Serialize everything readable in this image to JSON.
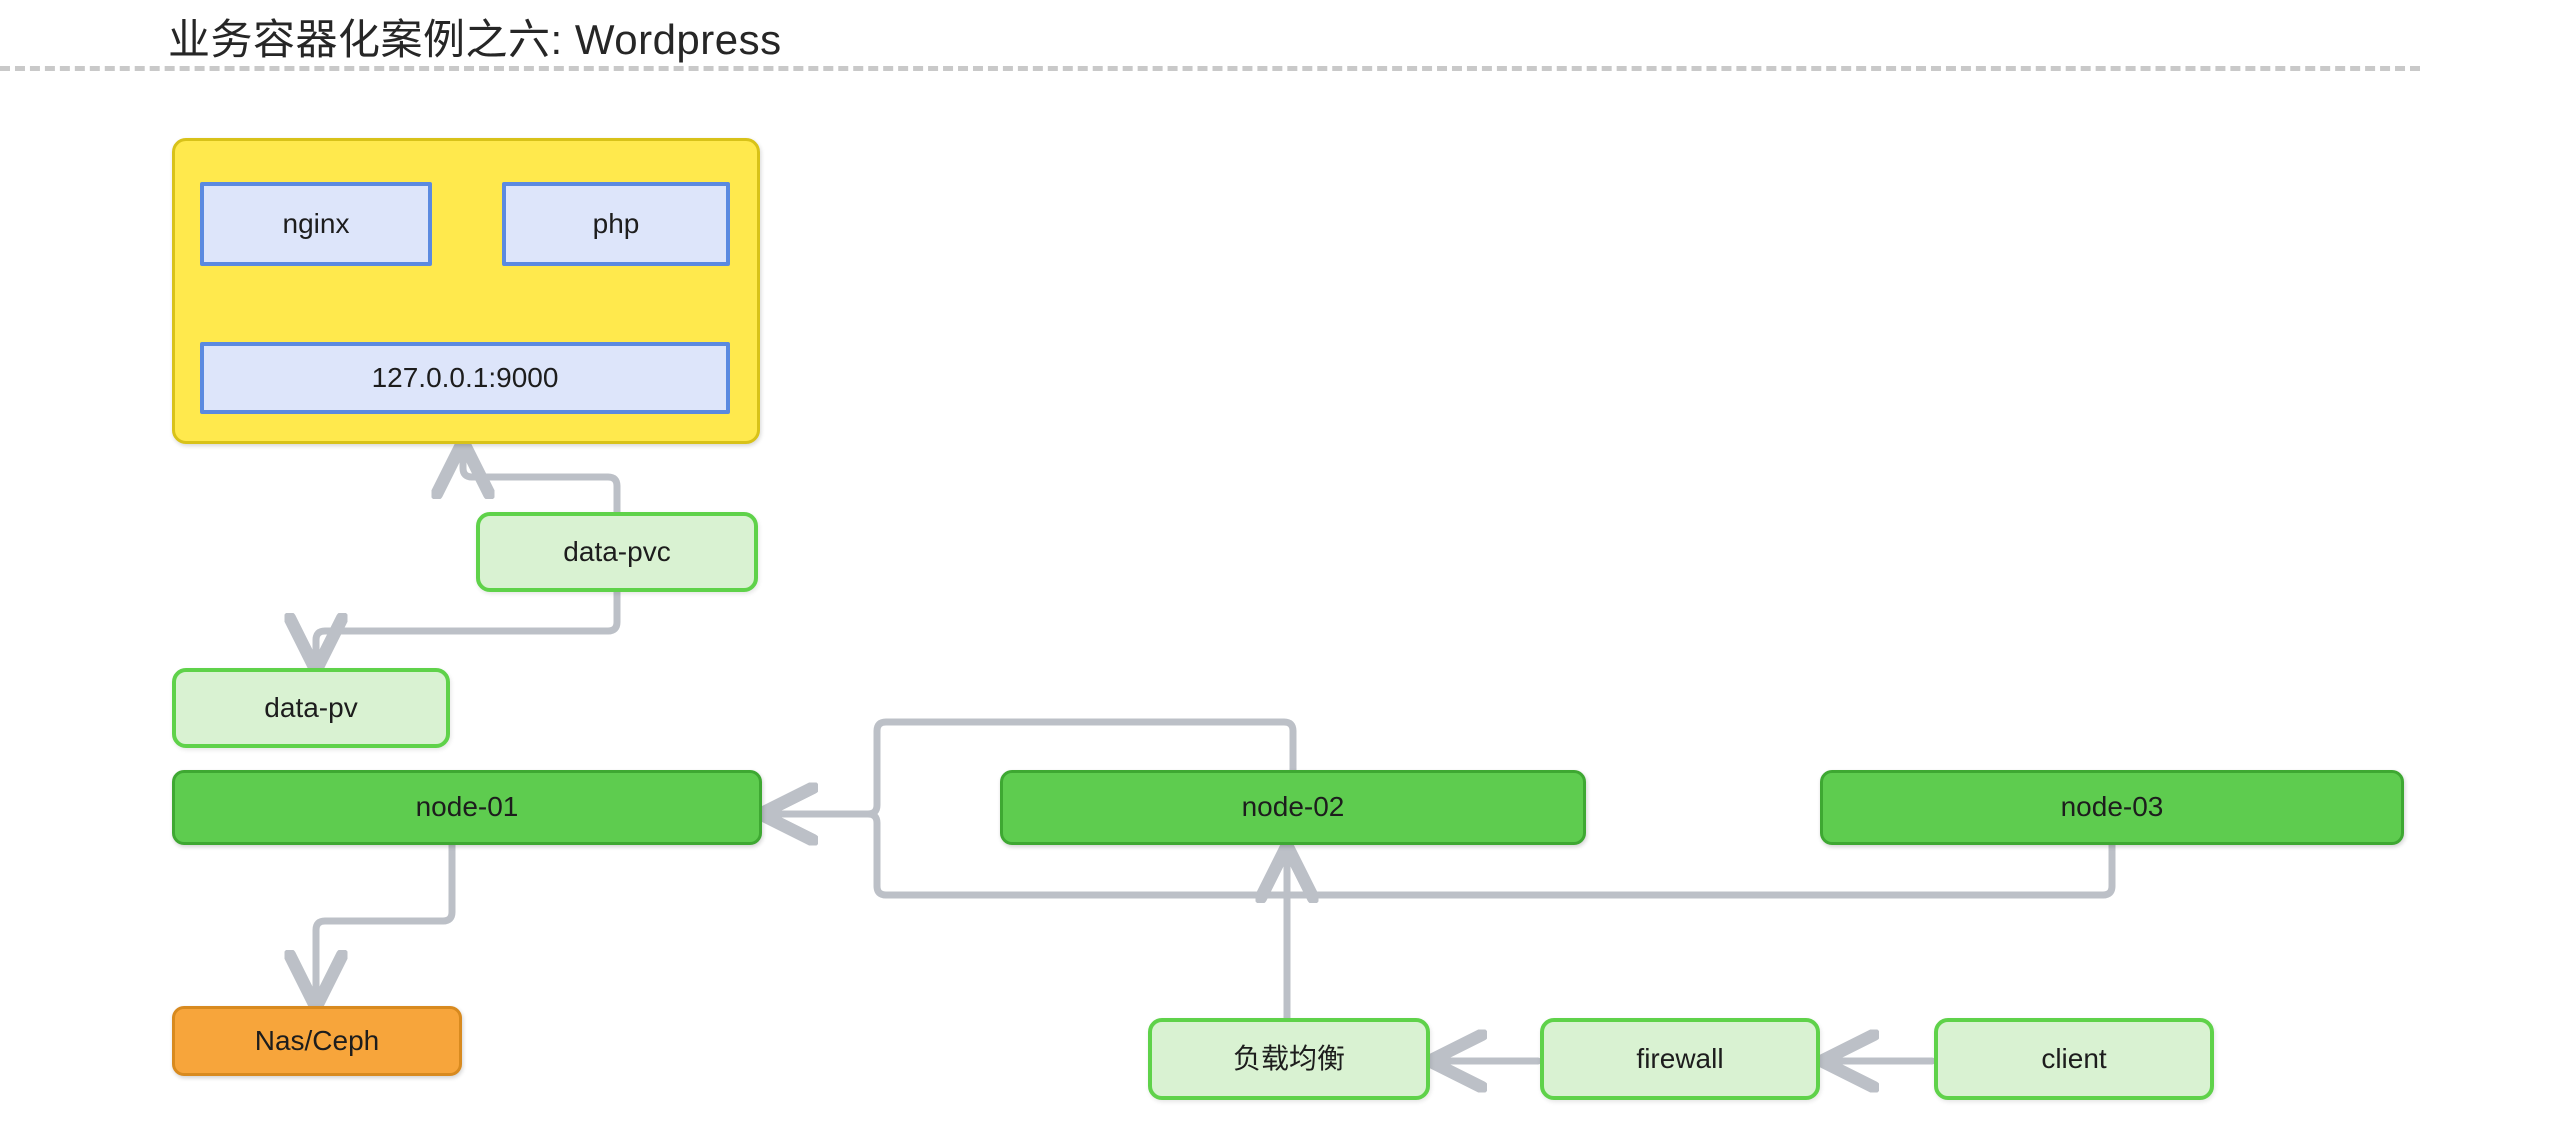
{
  "page": {
    "title": "业务容器化案例之六: Wordpress",
    "background_color": "#ffffff",
    "separator_color": "#c9c9c9"
  },
  "palette": {
    "pod_fill": "#ffe94d",
    "pod_border": "#d8c219",
    "container_fill": "#dde5fa",
    "container_border": "#5b8ae0",
    "soft_green_fill": "#d9f2d2",
    "soft_green_border": "#5fd24a",
    "solid_green_fill": "#5ecc4f",
    "solid_green_border": "#3ea832",
    "orange_fill": "#f7a53b",
    "orange_border": "#d88a1f",
    "connector": "#bcc0c7"
  },
  "diagram": {
    "type": "architecture-flow",
    "pod": {
      "name": "wordpress-pod",
      "containers": [
        {
          "id": "nginx",
          "label": "nginx"
        },
        {
          "id": "php",
          "label": "php"
        }
      ],
      "endpoint": {
        "id": "fastcgi-endpoint",
        "label": "127.0.0.1:9000"
      }
    },
    "storage": [
      {
        "id": "data-pvc",
        "label": "data-pvc",
        "style": "soft-green"
      },
      {
        "id": "data-pv",
        "label": "data-pv",
        "style": "soft-green"
      },
      {
        "id": "nas-ceph",
        "label": "Nas/Ceph",
        "style": "orange"
      }
    ],
    "nodes": [
      {
        "id": "node-01",
        "label": "node-01",
        "style": "solid-green"
      },
      {
        "id": "node-02",
        "label": "node-02",
        "style": "solid-green"
      },
      {
        "id": "node-03",
        "label": "node-03",
        "style": "solid-green"
      }
    ],
    "network": [
      {
        "id": "load-balancer",
        "label": "负载均衡",
        "style": "soft-green"
      },
      {
        "id": "firewall",
        "label": "firewall",
        "style": "soft-green"
      },
      {
        "id": "client",
        "label": "client",
        "style": "soft-green"
      }
    ],
    "edges": [
      {
        "from": "data-pvc",
        "to": "wordpress-pod",
        "arrow": "up"
      },
      {
        "from": "data-pvc",
        "to": "data-pv",
        "arrow": "down"
      },
      {
        "from": "node-01",
        "to": "nas-ceph",
        "arrow": "down"
      },
      {
        "from": "node-02",
        "to": "node-01",
        "arrow": "left"
      },
      {
        "from": "node-03",
        "to": "node-01",
        "arrow": "left"
      },
      {
        "from": "load-balancer",
        "to": "node-02",
        "arrow": "up"
      },
      {
        "from": "firewall",
        "to": "load-balancer",
        "arrow": "left"
      },
      {
        "from": "client",
        "to": "firewall",
        "arrow": "left"
      }
    ]
  }
}
